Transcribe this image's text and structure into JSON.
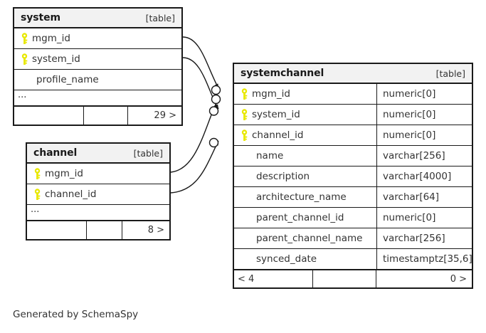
{
  "diagram": {
    "kind_label": "[table]",
    "ellipsis": "...",
    "credit": "Generated by SchemaSpy",
    "colors": {
      "key": "#e8e800",
      "border": "#1a1a1a",
      "header_bg": "#f2f2f2",
      "background": "#ffffff",
      "text": "#333333"
    }
  },
  "tables": {
    "system": {
      "name": "system",
      "kind": "[table]",
      "columns": [
        {
          "name": "mgm_id",
          "key": true
        },
        {
          "name": "system_id",
          "key": true
        },
        {
          "name": "profile_name",
          "key": false
        }
      ],
      "ellipsis": "...",
      "footer": {
        "left": "",
        "middle": "",
        "right": "29 >"
      }
    },
    "channel": {
      "name": "channel",
      "kind": "[table]",
      "columns": [
        {
          "name": "mgm_id",
          "key": true
        },
        {
          "name": "channel_id",
          "key": true
        }
      ],
      "ellipsis": "...",
      "footer": {
        "left": "",
        "middle": "",
        "right": "8 >"
      }
    },
    "systemchannel": {
      "name": "systemchannel",
      "kind": "[table]",
      "columns": [
        {
          "name": "mgm_id",
          "type": "numeric[0]",
          "key": true
        },
        {
          "name": "system_id",
          "type": "numeric[0]",
          "key": true
        },
        {
          "name": "channel_id",
          "type": "numeric[0]",
          "key": true
        },
        {
          "name": "name",
          "type": "varchar[256]",
          "key": false
        },
        {
          "name": "description",
          "type": "varchar[4000]",
          "key": false
        },
        {
          "name": "architecture_name",
          "type": "varchar[64]",
          "key": false
        },
        {
          "name": "parent_channel_id",
          "type": "numeric[0]",
          "key": false
        },
        {
          "name": "parent_channel_name",
          "type": "varchar[256]",
          "key": false
        },
        {
          "name": "synced_date",
          "type": "timestamptz[35,6]",
          "key": false
        }
      ],
      "footer": {
        "left": "< 4",
        "middle": "",
        "right": "0 >"
      }
    }
  },
  "relationships": [
    {
      "from_table": "system",
      "from_column": "mgm_id",
      "to_table": "systemchannel",
      "to_column": "mgm_id"
    },
    {
      "from_table": "system",
      "from_column": "system_id",
      "to_table": "systemchannel",
      "to_column": "system_id"
    },
    {
      "from_table": "channel",
      "from_column": "mgm_id",
      "to_table": "systemchannel",
      "to_column": "mgm_id"
    },
    {
      "from_table": "channel",
      "from_column": "channel_id",
      "to_table": "systemchannel",
      "to_column": "channel_id"
    }
  ]
}
